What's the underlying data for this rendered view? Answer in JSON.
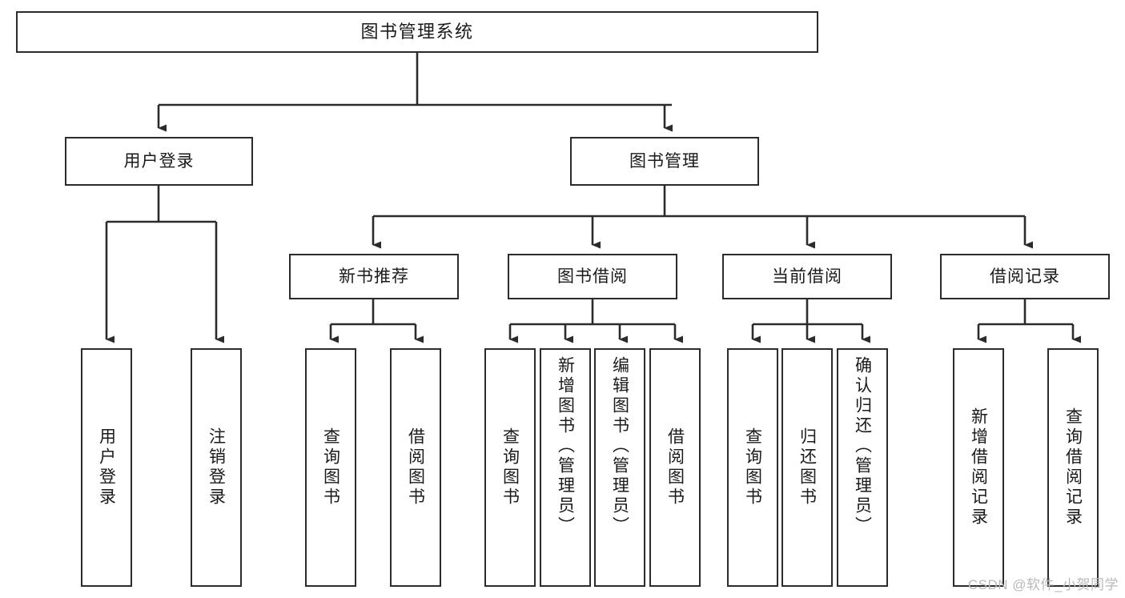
{
  "diagram": {
    "type": "tree",
    "title": "图书管理系统",
    "orientation": "top-down",
    "colors": {
      "box_border": "#2b2b2b",
      "box_fill": "#ffffff",
      "connector": "#2b2b2b",
      "watermark": "#b9b9b9",
      "background": "#ffffff"
    }
  },
  "root": {
    "label": "图书管理系统"
  },
  "level2": [
    {
      "id": "user-login",
      "label": "用户登录"
    },
    {
      "id": "book-manage",
      "label": "图书管理"
    }
  ],
  "level3": [
    {
      "id": "new-book-rec",
      "label": "新书推荐"
    },
    {
      "id": "book-borrow",
      "label": "图书借阅"
    },
    {
      "id": "current-borrow",
      "label": "当前借阅"
    },
    {
      "id": "borrow-record",
      "label": "借阅记录"
    }
  ],
  "leaves": {
    "user_login": [
      {
        "id": "leaf-user-login",
        "label": "用户登录"
      },
      {
        "id": "leaf-logout",
        "label": "注销登录"
      }
    ],
    "new_book_rec": [
      {
        "id": "leaf-query-book-1",
        "label": "查询图书"
      },
      {
        "id": "leaf-borrow-book-1",
        "label": "借阅图书"
      }
    ],
    "book_borrow": [
      {
        "id": "leaf-query-book-2",
        "label": "查询图书"
      },
      {
        "id": "leaf-add-book",
        "label": "新增图书（管理员）"
      },
      {
        "id": "leaf-edit-book",
        "label": "编辑图书（管理员）"
      },
      {
        "id": "leaf-borrow-book-2",
        "label": "借阅图书"
      }
    ],
    "current_borrow": [
      {
        "id": "leaf-query-book-3",
        "label": "查询图书"
      },
      {
        "id": "leaf-return-book",
        "label": "归还图书"
      },
      {
        "id": "leaf-confirm-return",
        "label": "确认归还（管理员）"
      }
    ],
    "borrow_record": [
      {
        "id": "leaf-add-record",
        "label": "新增借阅记录"
      },
      {
        "id": "leaf-query-record",
        "label": "查询借阅记录"
      }
    ]
  },
  "watermark": {
    "text": "CSDN @软件_小贺同学"
  }
}
